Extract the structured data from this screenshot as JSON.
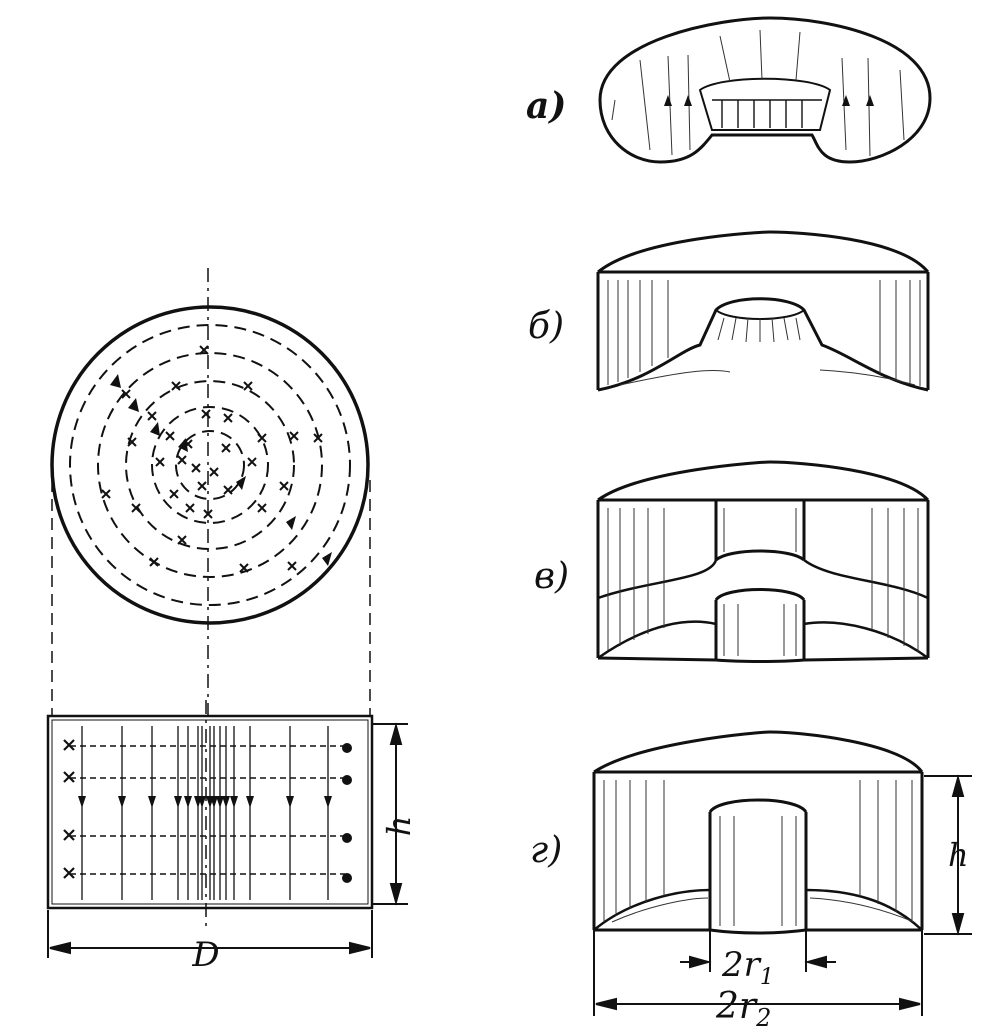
{
  "labels": {
    "panel_a": "а)",
    "panel_b": "б)",
    "panel_v": "в)",
    "panel_g": "г)",
    "dim_D": "D",
    "dim_h_left": "h",
    "dim_h_right": "h",
    "dim_2r1": "2r",
    "dim_2r1_sub": "1",
    "dim_2r2": "2r",
    "dim_2r2_sub": "2"
  },
  "symbols": {
    "cross": "×",
    "dot": "●"
  },
  "colors": {
    "ink": "#111111",
    "paper": "#ffffff"
  }
}
